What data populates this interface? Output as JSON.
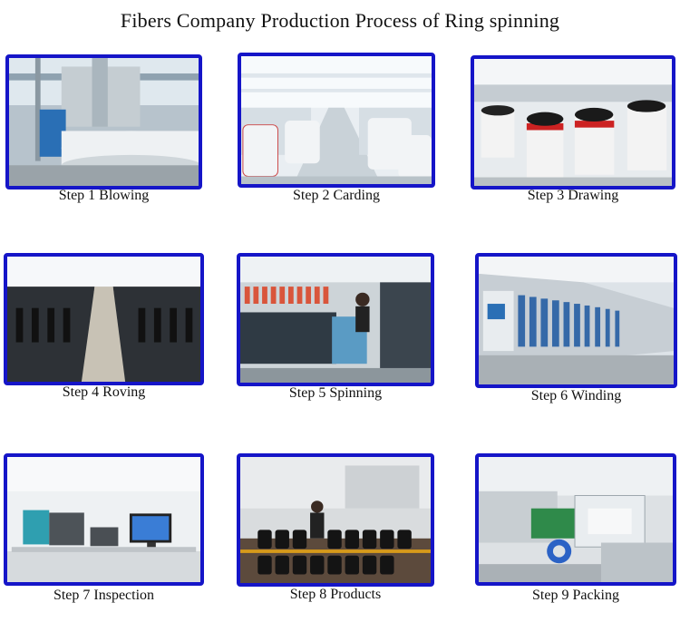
{
  "title": "Fibers Company Production Process of  Ring spinning",
  "steps": [
    {
      "label": "Step 1 Blowing"
    },
    {
      "label": "Step 2 Carding"
    },
    {
      "label": "Step 3 Drawing"
    },
    {
      "label": "Step 4 Roving"
    },
    {
      "label": "Step 5 Spinning"
    },
    {
      "label": "Step 6 Winding"
    },
    {
      "label": "Step 7 Inspection"
    },
    {
      "label": "Step 8 Products"
    },
    {
      "label": "Step 9 Packing"
    }
  ],
  "colors": {
    "frame": "#1515c8"
  }
}
